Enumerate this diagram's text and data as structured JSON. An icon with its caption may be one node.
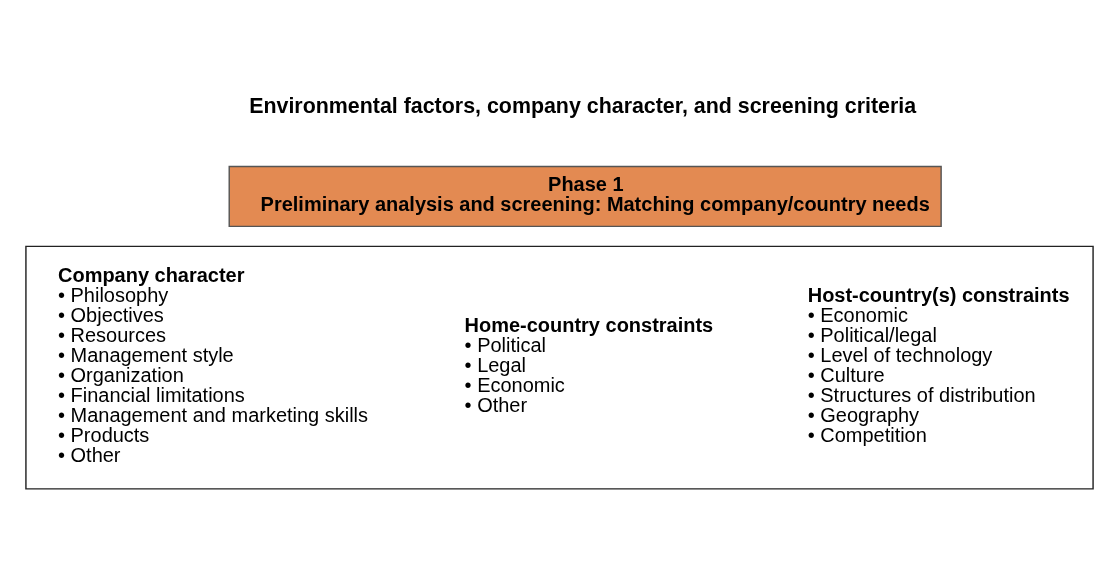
{
  "diagram": {
    "nodes": [
      {
        "text": [
          "Phase 1",
          "Preliminary analysis and screening: Matching company/country needs"
        ]
      },
      {
        "text": [],
        "shape": "box"
      },
      {
        "text": [
          "Company character",
          "• Philosophy",
          "• Objectives",
          "• Resources",
          "• Management style",
          "• Organization",
          "• Financial limitations",
          "• Management and marketing skills",
          "• Products",
          "• Other"
        ],
        "in": 1
      },
      {
        "text": [
          "Home-country constraints",
          "• Political",
          "• Legal",
          "• Economic",
          "• Other"
        ],
        "in": 1
      },
      {
        "text": [
          "Host-country(s) constraints",
          "• Economic",
          "• Political/legal",
          "• Level of technology",
          "• Culture",
          "• Structures of distribution",
          "• Geography",
          "• Competition"
        ],
        "in": 1
      }
    ],
    "edges": [],
    "labels": [
      "Environmental factors, company character, and screening criteria"
    ]
  }
}
